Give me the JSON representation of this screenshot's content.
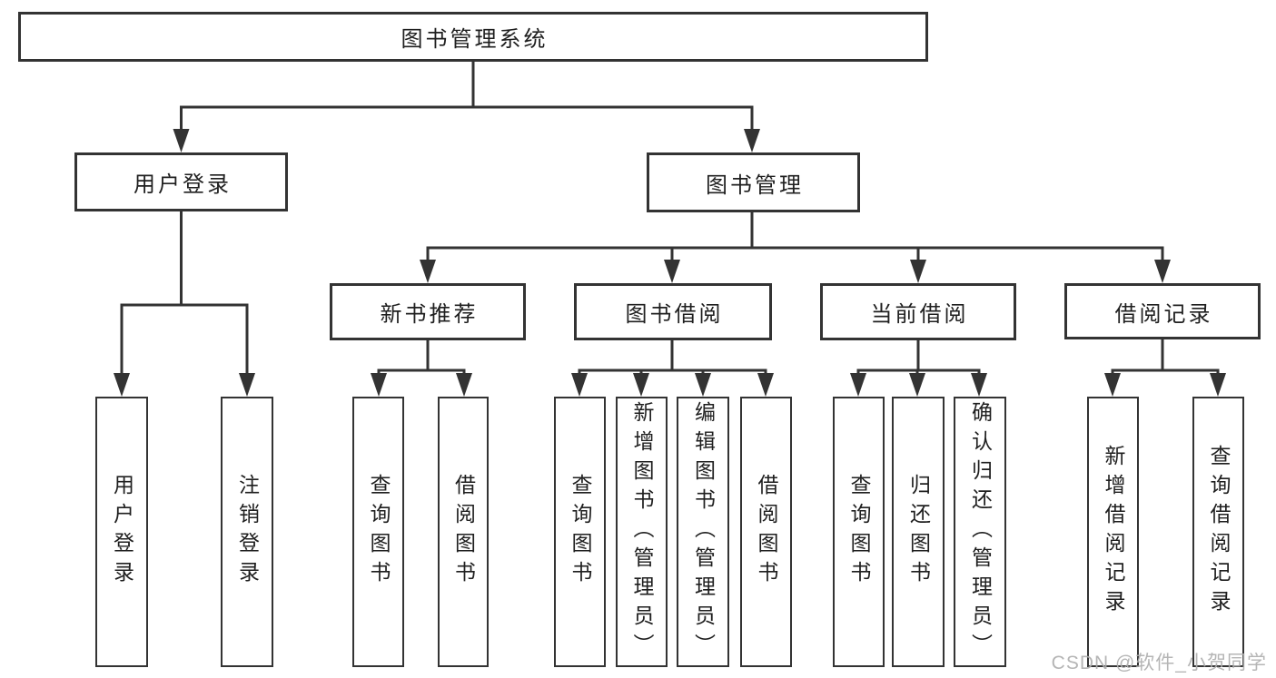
{
  "diagram": {
    "type": "tree",
    "title": "图书管理系统",
    "watermark": "CSDN @软件_小贺同学",
    "colors": {
      "canvas_bg": "#ffffff",
      "box_bg": "#ffffff",
      "box_border": "#333333",
      "line": "#333333",
      "text": "#1f1f1f",
      "watermark": "#afafaf"
    },
    "nodes": {
      "root": {
        "label": "图书管理系统"
      },
      "user_login": {
        "label": "用户登录"
      },
      "book_mgmt": {
        "label": "图书管理"
      },
      "new_book_rec": {
        "label": "新书推荐"
      },
      "book_borrow": {
        "label": "图书借阅"
      },
      "current_borrow": {
        "label": "当前借阅"
      },
      "borrow_records": {
        "label": "借阅记录"
      },
      "ul_login": {
        "label": "用户登录"
      },
      "ul_logout": {
        "label": "注销登录"
      },
      "nb_query": {
        "label": "查询图书"
      },
      "nb_borrow": {
        "label": "借阅图书"
      },
      "bb_query": {
        "label": "查询图书"
      },
      "bb_add": {
        "label": "新增图书（管理员）"
      },
      "bb_edit": {
        "label": "编辑图书（管理员）"
      },
      "bb_borrow": {
        "label": "借阅图书"
      },
      "cb_query": {
        "label": "查询图书"
      },
      "cb_return": {
        "label": "归还图书"
      },
      "cb_confirm": {
        "label": "确认归还（管理员）"
      },
      "br_add": {
        "label": "新增借阅记录"
      },
      "br_query": {
        "label": "查询借阅记录"
      }
    },
    "hierarchy": {
      "root": [
        "user_login",
        "book_mgmt"
      ],
      "user_login": [
        "ul_login",
        "ul_logout"
      ],
      "book_mgmt": [
        "new_book_rec",
        "book_borrow",
        "current_borrow",
        "borrow_records"
      ],
      "new_book_rec": [
        "nb_query",
        "nb_borrow"
      ],
      "book_borrow": [
        "bb_query",
        "bb_add",
        "bb_edit",
        "bb_borrow"
      ],
      "current_borrow": [
        "cb_query",
        "cb_return",
        "cb_confirm"
      ],
      "borrow_records": [
        "br_add",
        "br_query"
      ]
    }
  }
}
